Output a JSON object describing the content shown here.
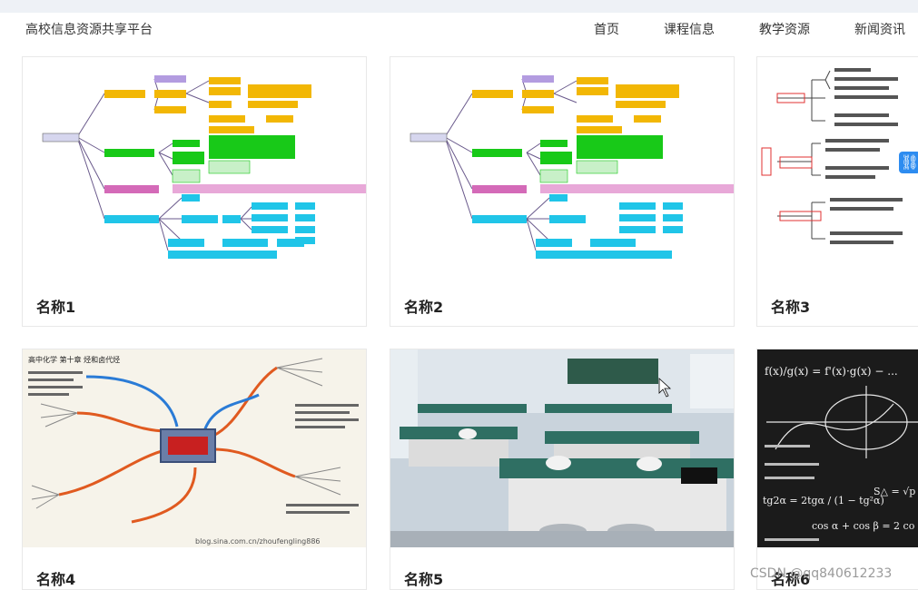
{
  "header": {
    "brand": "高校信息资源共享平台",
    "nav": [
      "首页",
      "课程信息",
      "教学资源",
      "新闻资讯"
    ]
  },
  "cards": [
    {
      "name": "名称1"
    },
    {
      "name": "名称2"
    },
    {
      "name": "名称3"
    },
    {
      "name": "名称4"
    },
    {
      "name": "名称5"
    },
    {
      "name": "名称6"
    }
  ],
  "overlay": {
    "watermark": "CSDN @qq840612233"
  },
  "thumb_text": {
    "sina": "blog.sina.com.cn/zhoufengling886",
    "chem_title": "高中化学  第十章  烃和卤代烃",
    "formula_top": "f(x)/g(x) = f'(x)·g(x) − ...",
    "formula_mid": "tg2α = 2tgα / (1 − tg²α)",
    "formula_bot": "cos α + cos β = 2 co",
    "s_delta": "S△ = √p"
  },
  "colors": {
    "orange_node": "#f2b705",
    "green_node": "#18c918",
    "pink_node": "#d46ab8",
    "cyan_node": "#20c5e8",
    "share_badge": "#2d8cf0"
  }
}
